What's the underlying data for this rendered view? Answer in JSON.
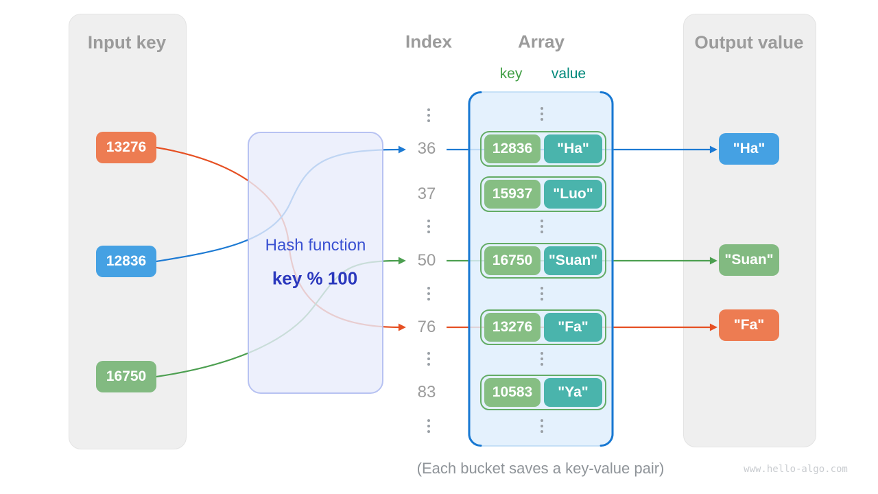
{
  "titles": {
    "input_panel": "Input key",
    "output_panel": "Output value",
    "index_col": "Index",
    "array_col": "Array",
    "key_label": "key",
    "value_label": "value"
  },
  "hash_function": {
    "name": "Hash function",
    "formula": "key % 100"
  },
  "inputs": [
    {
      "label": "13276",
      "color": "#ed7c52"
    },
    {
      "label": "12836",
      "color": "#45a1e3"
    },
    {
      "label": "16750",
      "color": "#82ba81"
    }
  ],
  "outputs": [
    {
      "label": "\"Ha\"",
      "color": "#45a1e3"
    },
    {
      "label": "\"Suan\"",
      "color": "#82ba81"
    },
    {
      "label": "\"Fa\"",
      "color": "#ed7c52"
    }
  ],
  "buckets": [
    {
      "index": "36",
      "key": "12836",
      "value": "\"Ha\""
    },
    {
      "index": "37",
      "key": "15937",
      "value": "\"Luo\""
    },
    {
      "index": "50",
      "key": "16750",
      "value": "\"Suan\""
    },
    {
      "index": "76",
      "key": "13276",
      "value": "\"Fa\""
    },
    {
      "index": "83",
      "key": "10583",
      "value": "\"Ya\""
    }
  ],
  "colors": {
    "arrow_blue": "#1d7ad3",
    "arrow_green": "#4c9f50",
    "arrow_orange": "#e65023",
    "bucket_key_green": "#86be83",
    "bucket_value_teal": "#4ab4ac",
    "key_header_green": "#43a047",
    "value_header_teal": "#00897b",
    "array_border_blue": "#1878d2"
  },
  "caption": "(Each bucket saves a key-value pair)",
  "footer": "www.hello-algo.com"
}
